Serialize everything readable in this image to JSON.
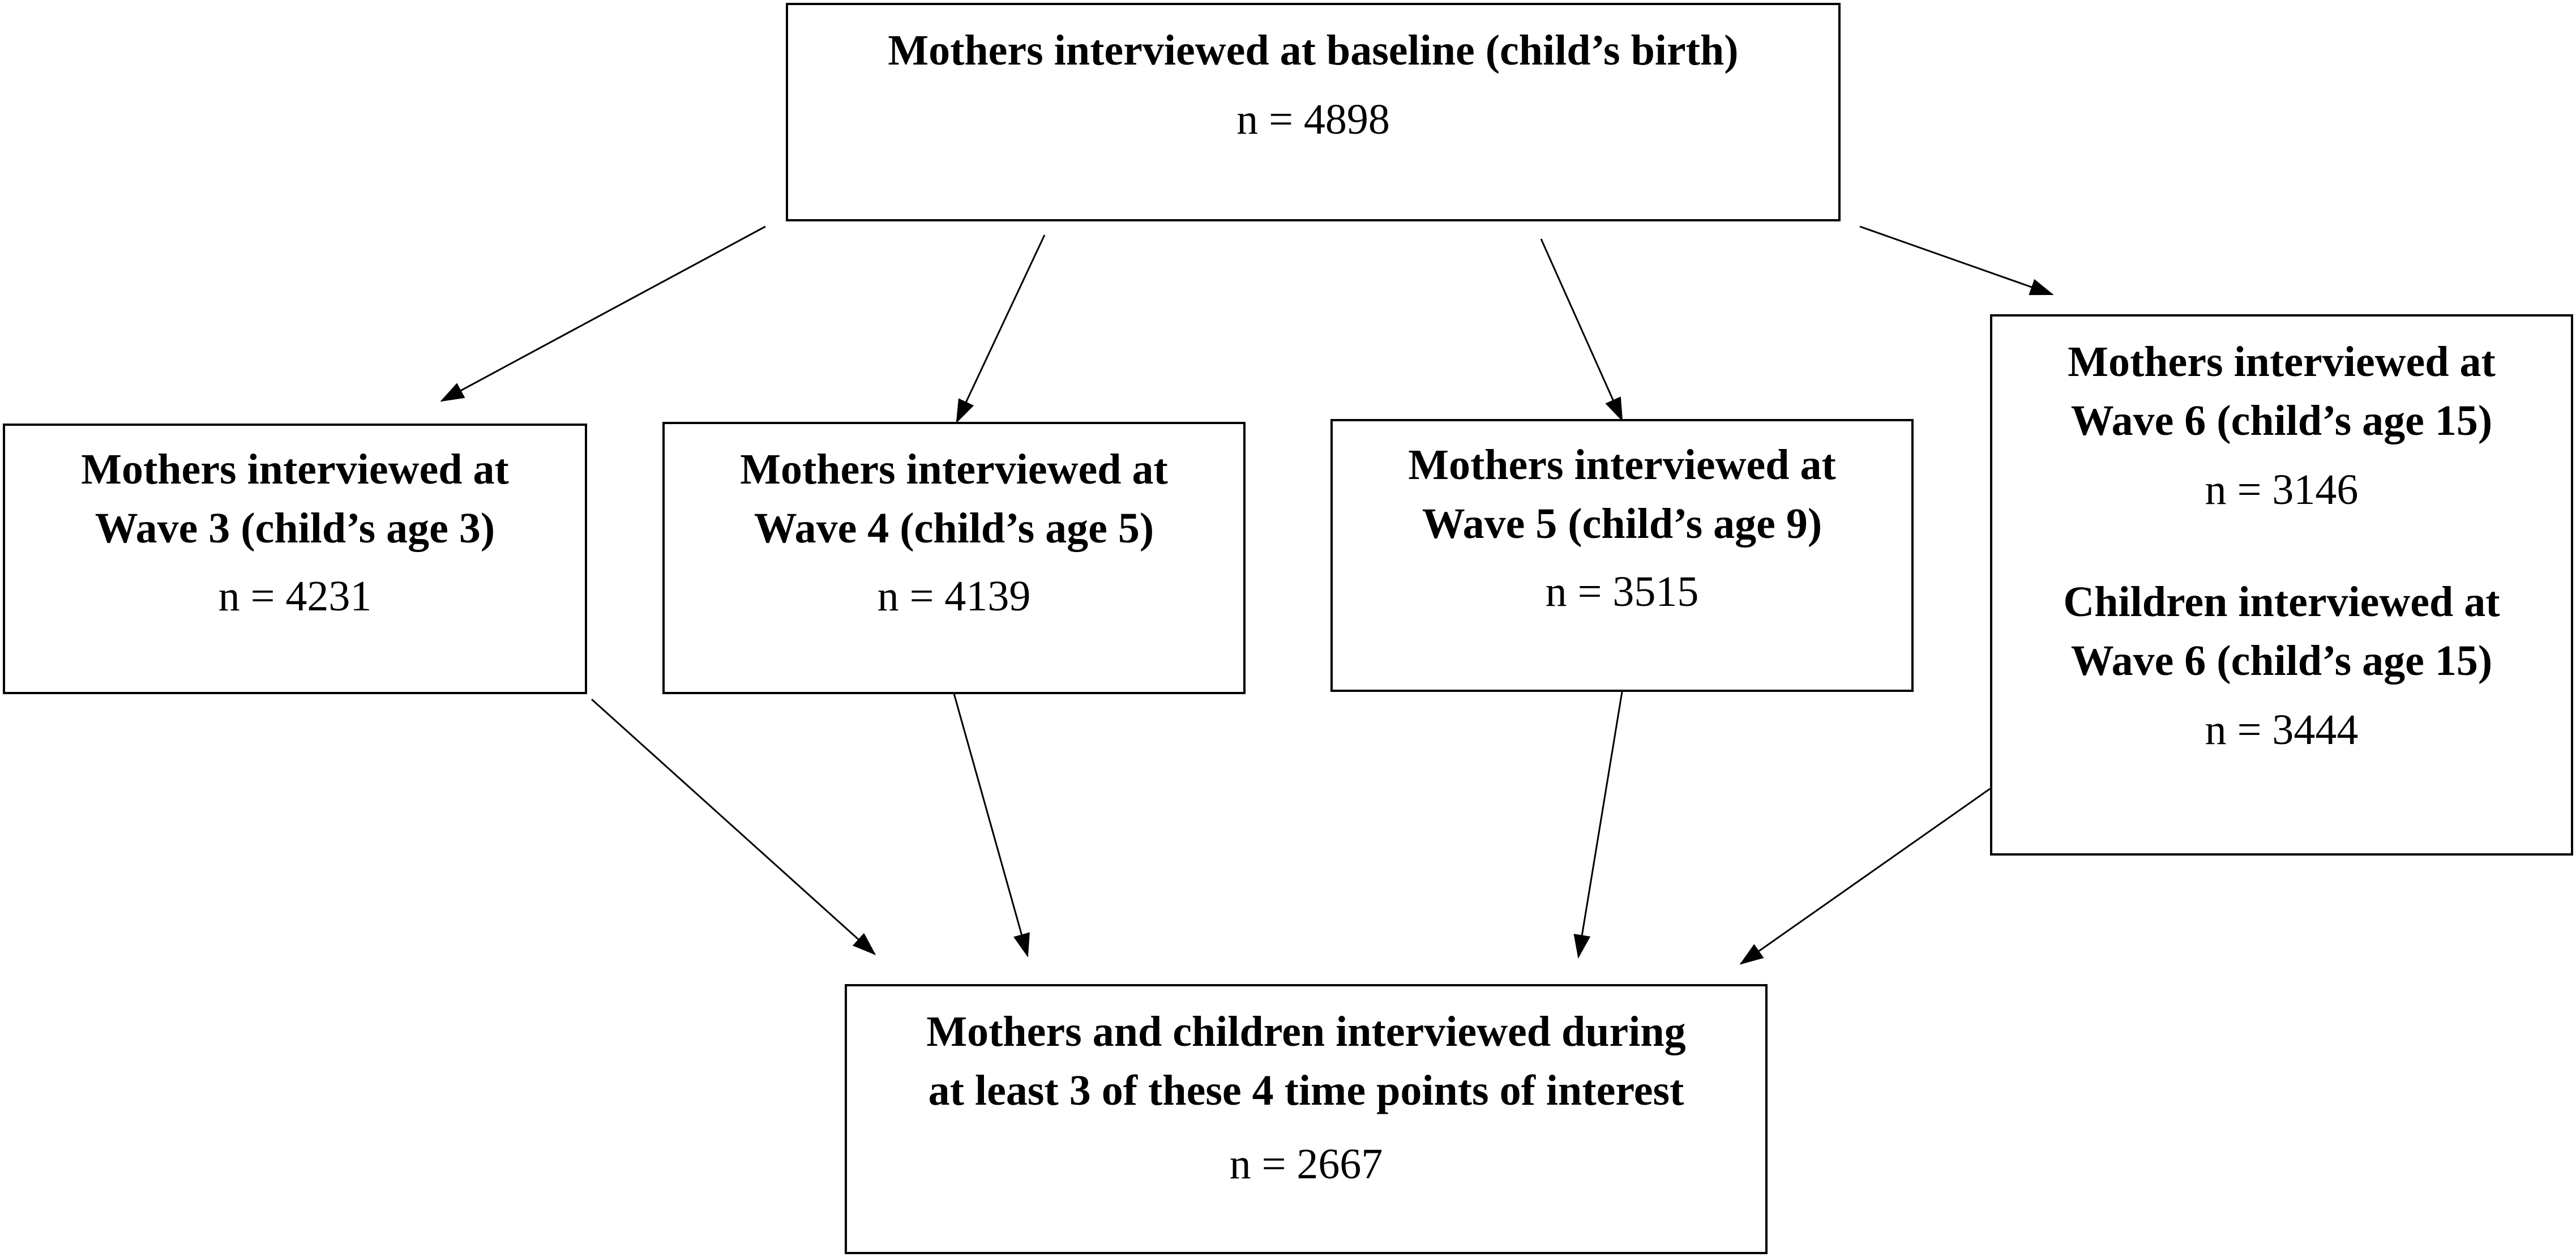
{
  "nodes": {
    "baseline": {
      "title_lines": [
        "Mothers interviewed  at baseline (child’s birth)"
      ],
      "count": "n = 4898"
    },
    "wave3": {
      "title_lines": [
        "Mothers interviewed at",
        "Wave 3 (child’s age 3)"
      ],
      "count": "n = 4231"
    },
    "wave4": {
      "title_lines": [
        "Mothers interviewed at",
        "Wave 4 (child’s age 5)"
      ],
      "count": "n = 4139"
    },
    "wave5": {
      "title_lines": [
        "Mothers interviewed at",
        "Wave 5 (child’s age 9)"
      ],
      "count": "n = 3515"
    },
    "wave6": {
      "mothers_title_lines": [
        "Mothers interviewed at",
        "Wave 6 (child’s age 15)"
      ],
      "mothers_count": "n = 3146",
      "children_title_lines": [
        "Children interviewed at",
        "Wave 6 (child’s age 15)"
      ],
      "children_count": "n = 3444"
    },
    "final": {
      "title_lines": [
        "Mothers and children interviewed during",
        "at least 3 of these 4 time points of interest"
      ],
      "count": "n = 2667"
    }
  },
  "edges": [
    {
      "from": "baseline",
      "to": "wave3"
    },
    {
      "from": "baseline",
      "to": "wave4"
    },
    {
      "from": "baseline",
      "to": "wave5"
    },
    {
      "from": "baseline",
      "to": "wave6"
    },
    {
      "from": "wave3",
      "to": "final"
    },
    {
      "from": "wave4",
      "to": "final"
    },
    {
      "from": "wave5",
      "to": "final"
    },
    {
      "from": "wave6",
      "to": "final"
    }
  ]
}
